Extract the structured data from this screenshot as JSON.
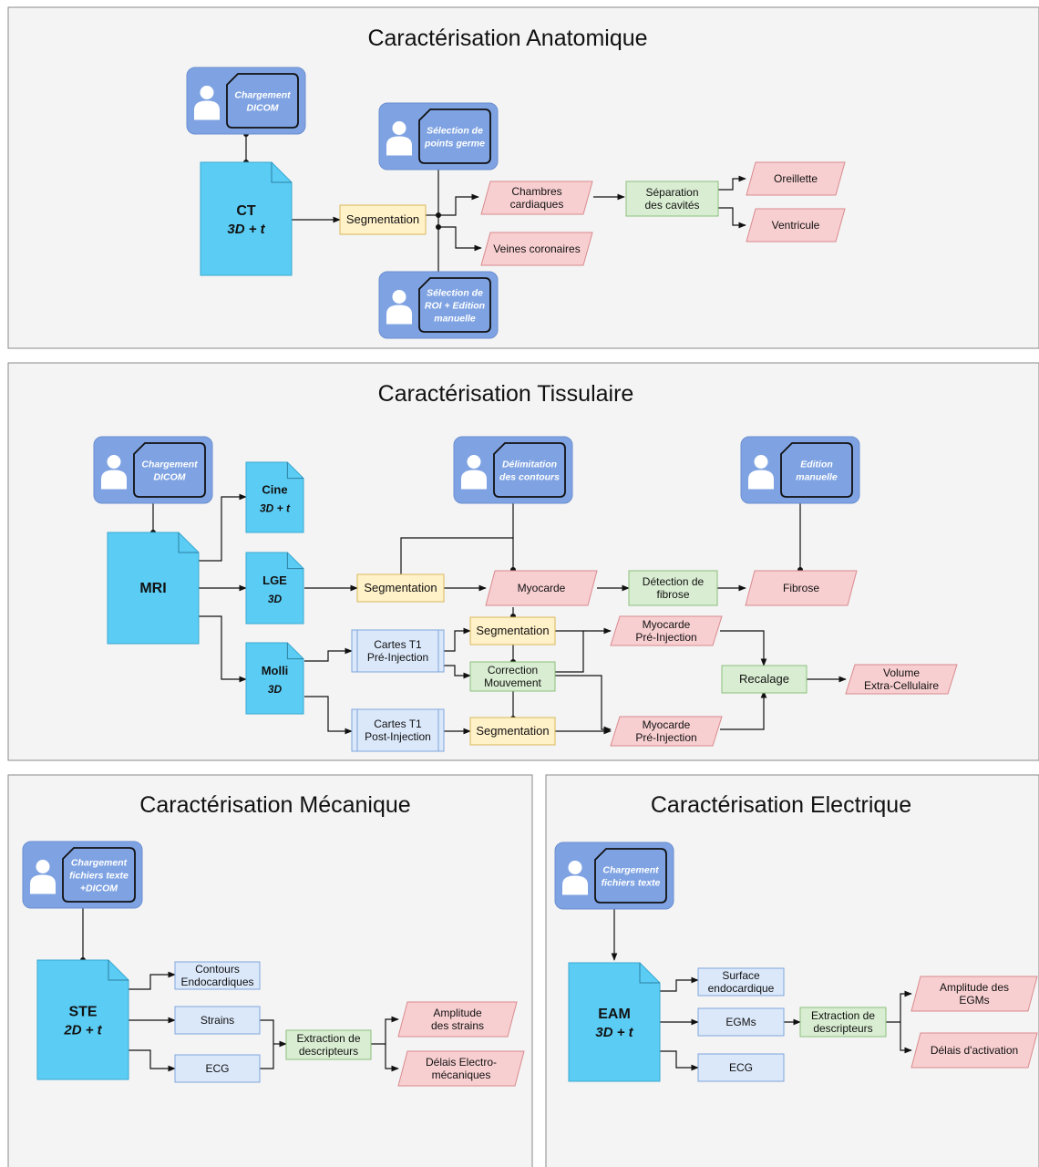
{
  "colors": {
    "document": "#5bcdf5",
    "yellow": "#fff1c8",
    "yellow_stroke": "#d8b85c",
    "red": "#f8cfd1",
    "red_stroke": "#d98a8e",
    "green": "#d9edd2",
    "green_stroke": "#8cbf7d",
    "blue": "#dbe8fa",
    "blue_stroke": "#7fa6dc",
    "manual": "#7fa3e2"
  },
  "icons": {
    "manual": "user-icon",
    "document": "document-icon"
  },
  "panels": [
    {
      "id": "anat",
      "title": "Caractérisation Anatomique"
    },
    {
      "id": "tiss",
      "title": "Caractérisation Tissulaire"
    },
    {
      "id": "meca",
      "title": "Caractérisation Mécanique"
    },
    {
      "id": "elec",
      "title": "Caractérisation Electrique"
    }
  ],
  "nodes": [
    {
      "id": "a_charg",
      "type": "manual",
      "lines": [
        "Chargement",
        "DICOM"
      ]
    },
    {
      "id": "a_ct",
      "type": "doc",
      "title": "CT",
      "sub": "3D + t"
    },
    {
      "id": "a_sel",
      "type": "manual",
      "lines": [
        "Sélection de",
        "points germe"
      ]
    },
    {
      "id": "a_roi",
      "type": "manual",
      "lines": [
        "Sélection de",
        "ROI + Edition",
        "manuelle"
      ]
    },
    {
      "id": "a_seg",
      "type": "process",
      "lines": [
        "Segmentation"
      ]
    },
    {
      "id": "a_ch",
      "type": "data",
      "lines": [
        "Chambres",
        "cardiaques"
      ]
    },
    {
      "id": "a_vei",
      "type": "data",
      "lines": [
        "Veines coronaires"
      ]
    },
    {
      "id": "a_sep",
      "type": "op",
      "lines": [
        "Séparation",
        "des cavités"
      ]
    },
    {
      "id": "a_ore",
      "type": "data",
      "lines": [
        "Oreillette"
      ]
    },
    {
      "id": "a_ven",
      "type": "data",
      "lines": [
        "Ventricule"
      ]
    },
    {
      "id": "t_charg",
      "type": "manual",
      "lines": [
        "Chargement",
        "DICOM"
      ]
    },
    {
      "id": "t_mri",
      "type": "doc",
      "title": "MRI",
      "sub": ""
    },
    {
      "id": "t_cine",
      "type": "doc",
      "title": "Cine",
      "sub": "3D + t"
    },
    {
      "id": "t_lge",
      "type": "doc",
      "title": "LGE",
      "sub": "3D"
    },
    {
      "id": "t_molli",
      "type": "doc",
      "title": "Molli",
      "sub": "3D"
    },
    {
      "id": "t_del",
      "type": "manual",
      "lines": [
        "Délimitation",
        "des contours"
      ]
    },
    {
      "id": "t_edit",
      "type": "manual",
      "lines": [
        "Edition",
        "manuelle"
      ]
    },
    {
      "id": "t_seg1",
      "type": "process",
      "lines": [
        "Segmentation"
      ]
    },
    {
      "id": "t_myo",
      "type": "data",
      "lines": [
        "Myocarde"
      ]
    },
    {
      "id": "t_det",
      "type": "op",
      "lines": [
        "Détection de",
        "fibrose"
      ]
    },
    {
      "id": "t_fib",
      "type": "data",
      "lines": [
        "Fibrose"
      ]
    },
    {
      "id": "t_c1",
      "type": "sub",
      "lines": [
        "Cartes T1",
        "Pré-Injection"
      ]
    },
    {
      "id": "t_c2",
      "type": "sub",
      "lines": [
        "Cartes T1",
        "Post-Injection"
      ]
    },
    {
      "id": "t_seg2",
      "type": "process",
      "lines": [
        "Segmentation"
      ]
    },
    {
      "id": "t_corr",
      "type": "op",
      "lines": [
        "Correction",
        "Mouvement"
      ]
    },
    {
      "id": "t_seg3",
      "type": "process",
      "lines": [
        "Segmentation"
      ]
    },
    {
      "id": "t_myo1",
      "type": "data",
      "lines": [
        "Myocarde",
        "Pré-Injection"
      ]
    },
    {
      "id": "t_myo2",
      "type": "data",
      "lines": [
        "Myocarde",
        "Pré-Injection"
      ]
    },
    {
      "id": "t_rec",
      "type": "op",
      "lines": [
        "Recalage"
      ]
    },
    {
      "id": "t_vol",
      "type": "data",
      "lines": [
        "Volume",
        "Extra-Cellulaire"
      ]
    },
    {
      "id": "m_charg",
      "type": "manual",
      "lines": [
        "Chargement",
        "fichiers texte",
        "+DICOM"
      ]
    },
    {
      "id": "m_ste",
      "type": "doc",
      "title": "STE",
      "sub": "2D + t"
    },
    {
      "id": "m_cont",
      "type": "blue",
      "lines": [
        "Contours",
        "Endocardiques"
      ]
    },
    {
      "id": "m_str",
      "type": "blue",
      "lines": [
        "Strains"
      ]
    },
    {
      "id": "m_ecg",
      "type": "blue",
      "lines": [
        "ECG"
      ]
    },
    {
      "id": "m_ext",
      "type": "op",
      "lines": [
        "Extraction de",
        "descripteurs"
      ]
    },
    {
      "id": "m_amp",
      "type": "data",
      "lines": [
        "Amplitude",
        "des strains"
      ]
    },
    {
      "id": "m_del",
      "type": "data",
      "lines": [
        "Délais Electro-",
        "mécaniques"
      ]
    },
    {
      "id": "e_charg",
      "type": "manual",
      "lines": [
        "Chargement",
        "fichiers texte"
      ]
    },
    {
      "id": "e_eam",
      "type": "doc",
      "title": "EAM",
      "sub": "3D + t"
    },
    {
      "id": "e_surf",
      "type": "blue",
      "lines": [
        "Surface",
        "endocardique"
      ]
    },
    {
      "id": "e_egm",
      "type": "blue",
      "lines": [
        "EGMs"
      ]
    },
    {
      "id": "e_ecg",
      "type": "blue",
      "lines": [
        "ECG"
      ]
    },
    {
      "id": "e_ext",
      "type": "op",
      "lines": [
        "Extraction de",
        "descripteurs"
      ]
    },
    {
      "id": "e_amp",
      "type": "data",
      "lines": [
        "Amplitude des",
        "EGMs"
      ]
    },
    {
      "id": "e_del",
      "type": "data",
      "lines": [
        "Délais d'activation"
      ]
    }
  ]
}
